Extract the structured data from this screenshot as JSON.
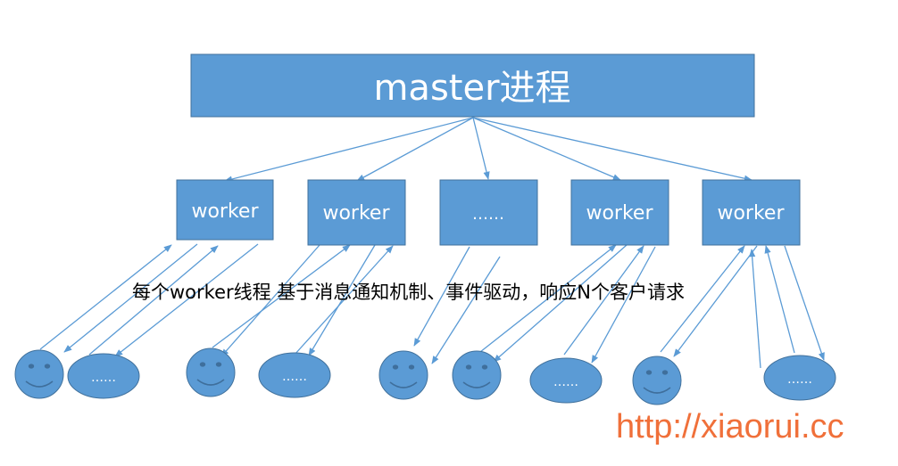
{
  "master": {
    "label": "master进程"
  },
  "workers": [
    {
      "label": "worker"
    },
    {
      "label": "worker"
    },
    {
      "label": "……"
    },
    {
      "label": "worker"
    },
    {
      "label": "worker"
    }
  ],
  "clients": [
    {
      "kind": "face"
    },
    {
      "kind": "ellipse",
      "label": "……"
    },
    {
      "kind": "face"
    },
    {
      "kind": "ellipse",
      "label": "……"
    },
    {
      "kind": "face"
    },
    {
      "kind": "face"
    },
    {
      "kind": "ellipse",
      "label": "……"
    },
    {
      "kind": "face"
    },
    {
      "kind": "ellipse",
      "label": "……"
    }
  ],
  "caption": "每个worker线程 基于消息通知机制、事件驱动，响应N个客户请求",
  "watermark": "http://xiaorui.cc",
  "colors": {
    "box_fill": "#5b9bd5",
    "box_stroke": "#41719c",
    "arrow": "#5b9bd5",
    "watermark": "#f0703a",
    "text_on_box": "#ffffff"
  }
}
